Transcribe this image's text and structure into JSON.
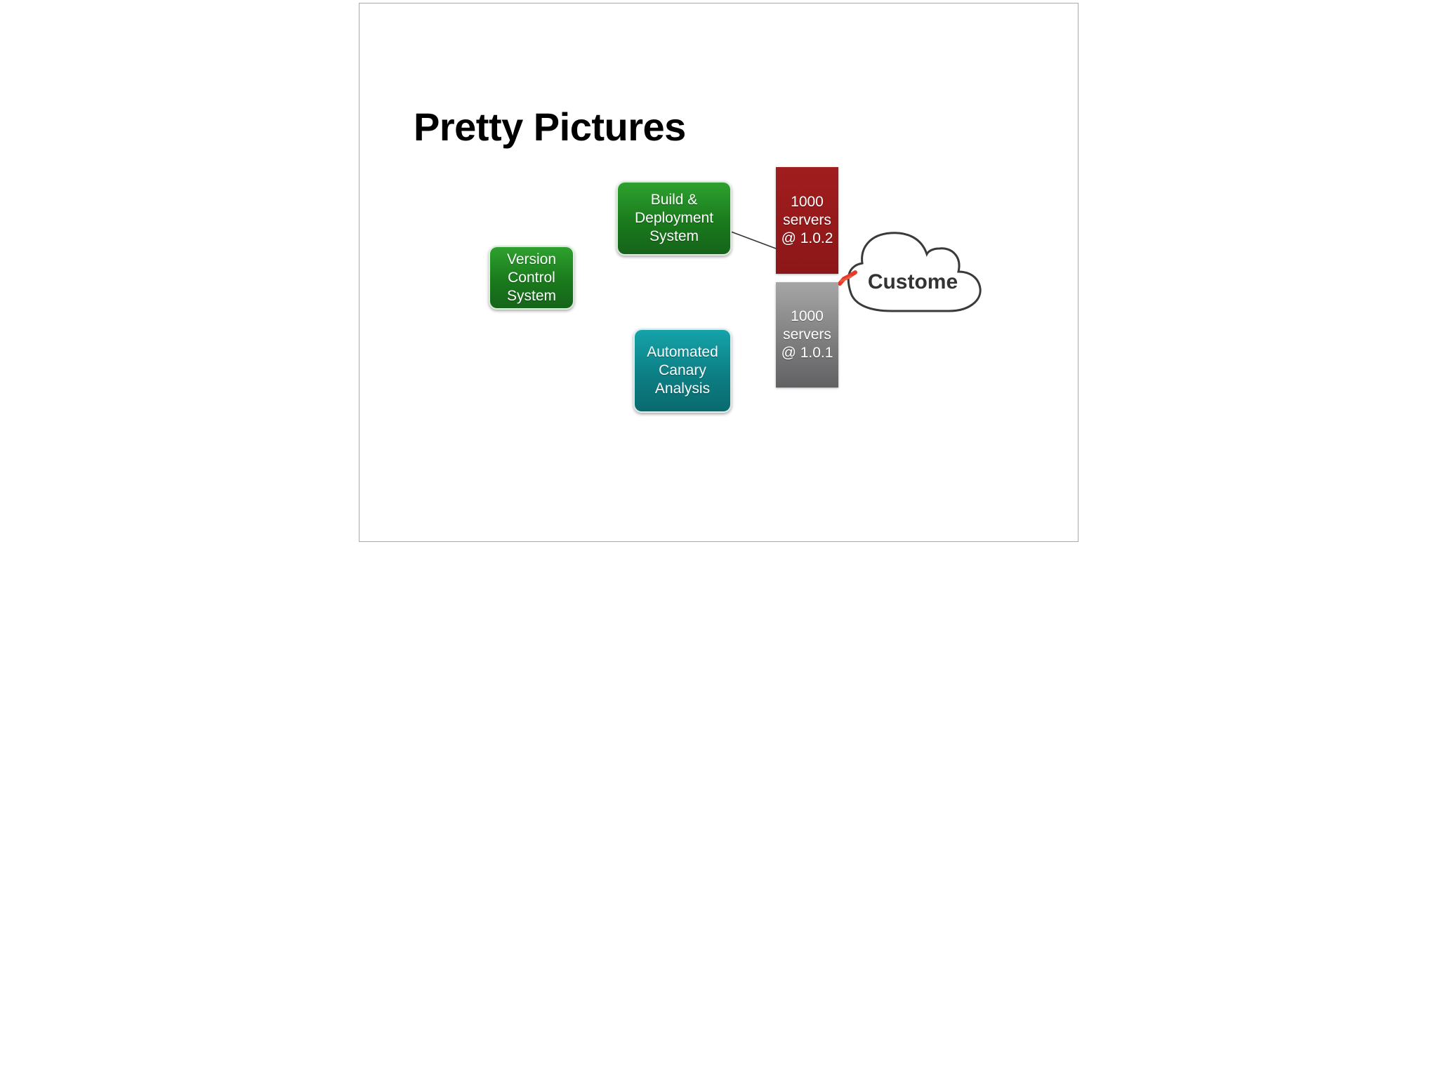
{
  "slide": {
    "title": "Pretty Pictures"
  },
  "diagram": {
    "nodes": {
      "version_control": {
        "lines": [
          "Version",
          "Control",
          "System"
        ]
      },
      "build_deploy": {
        "lines": [
          "Build &",
          "Deployment",
          "System"
        ]
      },
      "canary": {
        "lines": [
          "Automated",
          "Canary",
          "Analysis"
        ]
      },
      "servers_new": {
        "lines": [
          "1000",
          "servers",
          "@ 1.0.2"
        ]
      },
      "servers_old": {
        "lines": [
          "1000",
          "servers",
          "@ 1.0.1"
        ]
      },
      "customer_cloud": {
        "label": "Custome"
      }
    },
    "colors": {
      "green": "#1f8a21",
      "teal": "#0e8a8f",
      "red": "#951a1b",
      "gray": "#858586",
      "traffic_arrow": "#e8382a"
    }
  }
}
